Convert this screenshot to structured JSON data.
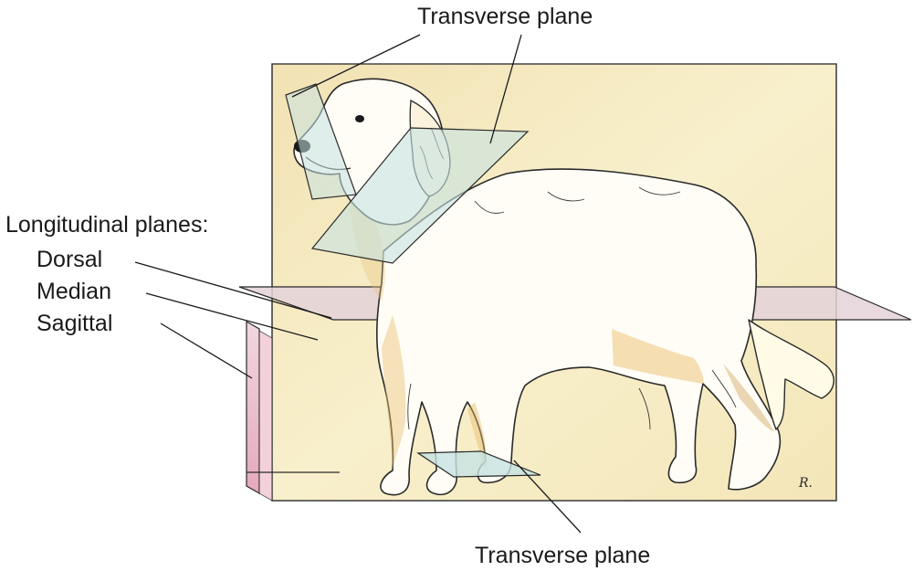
{
  "labels": {
    "transverse_top": "Transverse plane",
    "longitudinal_heading": "Longitudinal planes:",
    "dorsal": "Dorsal",
    "median": "Median",
    "sagittal": "Sagittal",
    "transverse_bottom": "Transverse plane"
  },
  "signature": "R.",
  "colors": {
    "median_plane": "#f6ecc4",
    "dorsal_plane": "#e9d9de",
    "sagittal_plane": "#e8b8c8",
    "transverse_plane": "#c6e2e2",
    "dog_outline": "#2a2a2a",
    "dog_fill": "#fffdf6",
    "dog_shading": "#e8c070"
  }
}
